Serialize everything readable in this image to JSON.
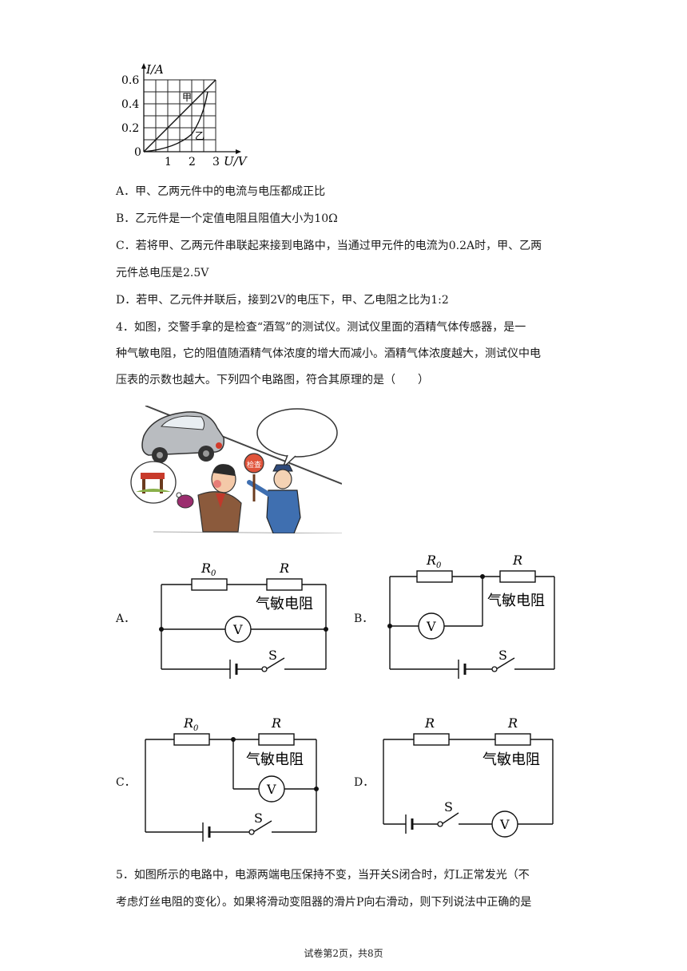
{
  "graph": {
    "y_axis_label": "I/A",
    "x_axis_label": "U/V",
    "y_ticks": [
      "0.6",
      "0.4",
      "0.2",
      "0"
    ],
    "x_ticks": [
      "1",
      "2",
      "3"
    ],
    "curve_labels": {
      "jia": "甲",
      "yi": "乙"
    }
  },
  "q3_options": [
    {
      "text": "A．甲、乙两元件中的电流与电压都成正比"
    },
    {
      "text": "B．乙元件是一个定值电阻且阻值大小为10Ω"
    },
    {
      "text": "C．若将甲、乙两元件串联起来接到电路中，当通过甲元件的电流为0.2A时，甲、乙两"
    },
    {
      "text": "元件总电压是2.5V"
    },
    {
      "text": "D．若甲、乙元件并联后，接到2V的电压下，甲、乙电阻之比为1:2"
    }
  ],
  "q4": {
    "lines": [
      "4．如图，交警手拿的是检查“酒驾”的测试仪。测试仪里面的酒精气体传感器，是一",
      "种气敏电阻，它的阻值随酒精气体浓度的增大而减小。酒精气体浓度越大，测试仪中电",
      "压表的示数也越大。下列四个电路图，符合其原理的是（　　）"
    ],
    "cartoon_sign": "检查",
    "circuits": {
      "A": {
        "label": "A．",
        "r_left": "R",
        "r_left_sub": "0",
        "r_right": "R",
        "sensor": "气敏电阻",
        "switch": "S",
        "meter": "V"
      },
      "B": {
        "label": "B．",
        "r_left": "R",
        "r_left_sub": "0",
        "r_right": "R",
        "sensor": "气敏电阻",
        "switch": "S",
        "meter": "V"
      },
      "C": {
        "label": "C．",
        "r_left": "R",
        "r_left_sub": "0",
        "r_right": "R",
        "sensor": "气敏电阻",
        "switch": "S",
        "meter": "V"
      },
      "D": {
        "label": "D．",
        "r_left": "R",
        "r_right": "R",
        "sensor": "气敏电阻",
        "switch": "S",
        "meter": "V"
      }
    }
  },
  "q5": {
    "lines": [
      "5．如图所示的电路中，电源两端电压保持不变，当开关S闭合时，灯L正常发光（不",
      "考虑灯丝电阻的变化）。如果将滑动变阻器的滑片P向右滑动，则下列说法中正确的是"
    ]
  },
  "footer": "试卷第2页，共8页"
}
